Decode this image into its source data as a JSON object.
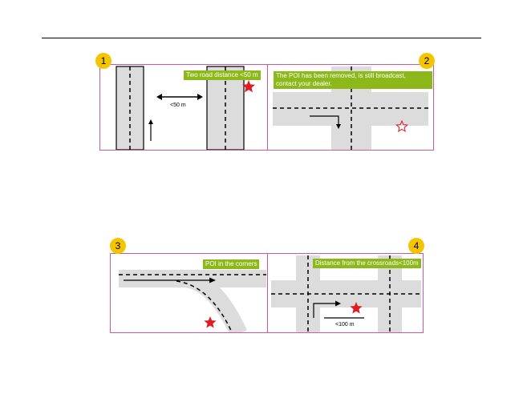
{
  "panels": [
    {
      "number": "1",
      "label": "Two road distance <50 m",
      "distance": "<50 m"
    },
    {
      "number": "2",
      "label_line1": "The POI has been removed, is still broadcast,",
      "label_line2": "contact your dealer."
    },
    {
      "number": "3",
      "label": "POI in the corners"
    },
    {
      "number": "4",
      "label": "Distance from the crossroads<100m",
      "distance": "<100 m"
    }
  ],
  "colors": {
    "border": "#c85aa0",
    "label_bg": "#8db81a",
    "badge": "#f5c400",
    "road": "#dcdcdc",
    "star": "#e01b24"
  }
}
